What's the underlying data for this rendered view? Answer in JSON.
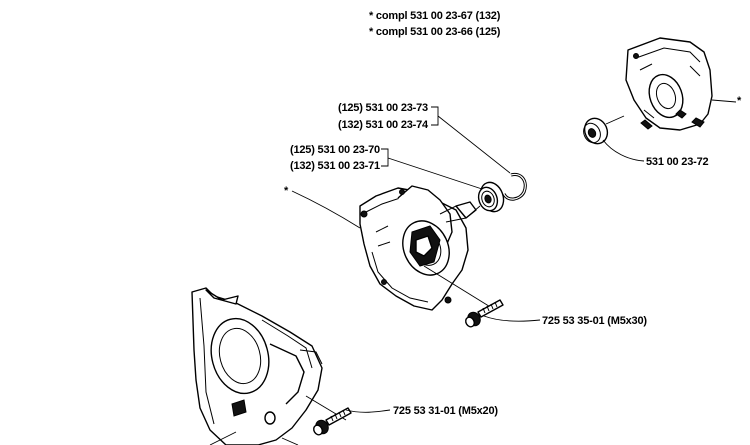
{
  "notes": [
    "* compl 531 00 23-67 (132)",
    "* compl 531 00 23-66 (125)"
  ],
  "callouts": {
    "circlip_125": "(125) 531 00 23-73",
    "circlip_132": "(132) 531 00 23-74",
    "bearing_125": "(125) 531 00 23-70",
    "bearing_132": "(132) 531 00 23-71",
    "bearing_right": "531 00 23-72",
    "screw_upper": "725 53 35-01 (M5x30)",
    "screw_lower": "725 53 31-01 (M5x20)"
  },
  "markers": {
    "star": "*"
  }
}
